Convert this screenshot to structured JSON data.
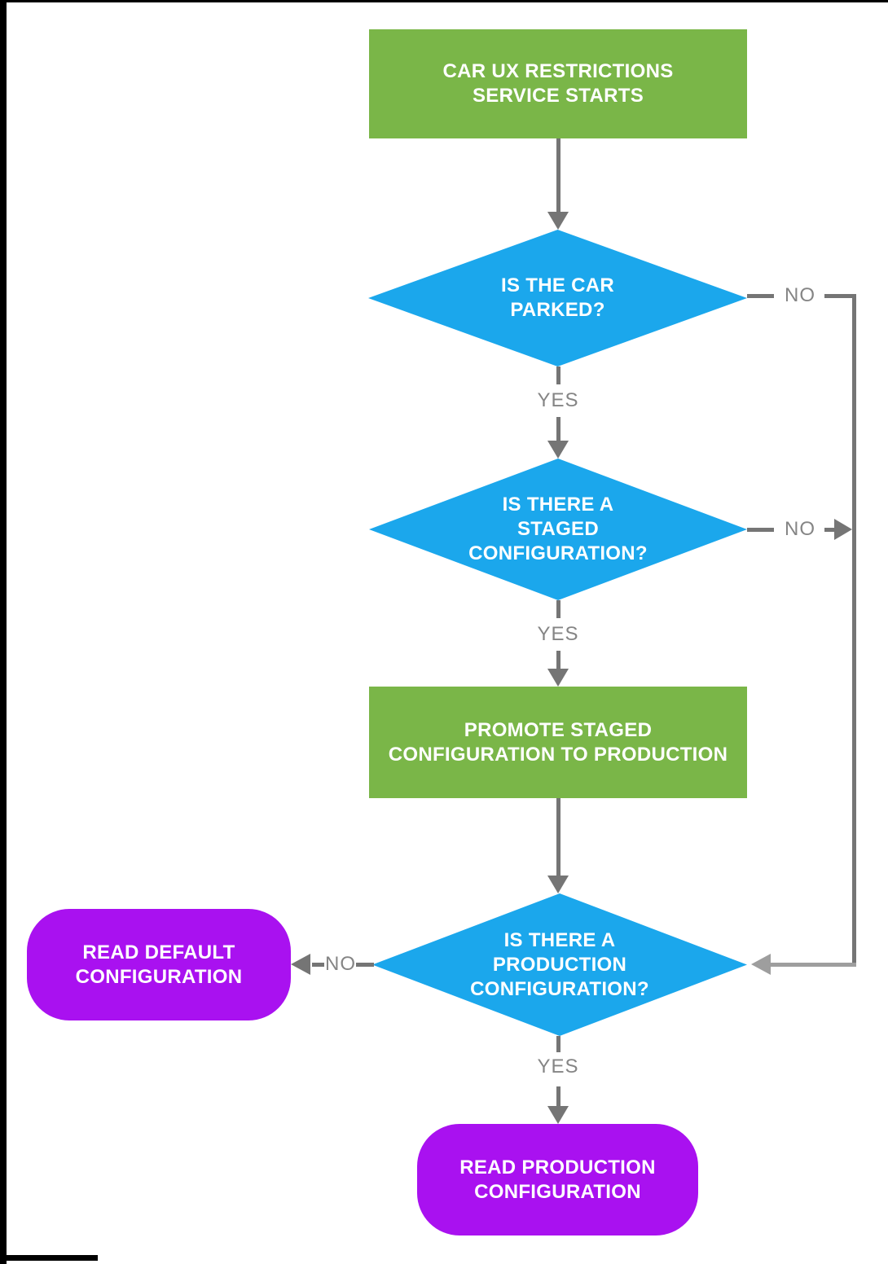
{
  "title": "Car UX Restrictions service configuration flowchart",
  "colors": {
    "process_green": "#7AB648",
    "decision_blue": "#1BA7EC",
    "terminal_purple": "#A911F0",
    "connector_gray": "#757575",
    "connector_gray_light": "#9E9E9E",
    "edge_label_gray": "#858585",
    "background": "#FFFFFF",
    "frame_black": "#000000"
  },
  "nodes": {
    "start": {
      "type": "process",
      "label": "CAR UX RESTRICTIONS\nSERVICE STARTS"
    },
    "decision_parked": {
      "type": "decision",
      "label": "IS THE CAR\nPARKED?"
    },
    "decision_staged": {
      "type": "decision",
      "label": "IS THERE A\nSTAGED\nCONFIGURATION?"
    },
    "promote": {
      "type": "process",
      "label": "PROMOTE STAGED\nCONFIGURATION TO PRODUCTION"
    },
    "decision_production": {
      "type": "decision",
      "label": "IS THERE A\nPRODUCTION\nCONFIGURATION?"
    },
    "read_default": {
      "type": "terminal",
      "label": "READ DEFAULT\nCONFIGURATION"
    },
    "read_production": {
      "type": "terminal",
      "label": "READ PRODUCTION\nCONFIGURATION"
    }
  },
  "edge_labels": {
    "parked_yes": "YES",
    "parked_no": "NO",
    "staged_yes": "YES",
    "staged_no": "NO",
    "production_yes": "YES",
    "production_no": "NO"
  }
}
